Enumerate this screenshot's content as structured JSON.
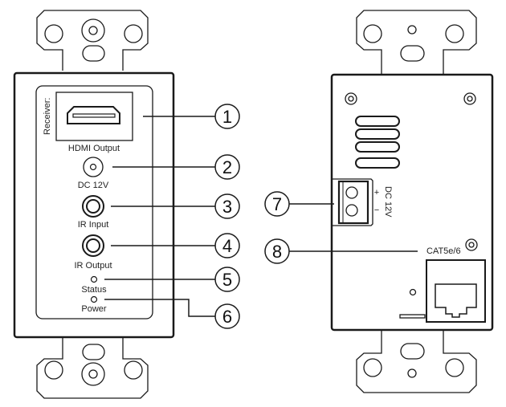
{
  "front_panel": {
    "title": "Receiver:",
    "ports": [
      {
        "id": 1,
        "label": "HDMI Output",
        "icon": "hdmi-port-icon"
      },
      {
        "id": 2,
        "label": "DC 12V",
        "icon": "dc-jack-icon"
      },
      {
        "id": 3,
        "label": "IR Input",
        "icon": "audio-jack-icon"
      },
      {
        "id": 4,
        "label": "IR Output",
        "icon": "audio-jack-icon"
      },
      {
        "id": 5,
        "label": "Status",
        "icon": "led-icon"
      },
      {
        "id": 6,
        "label": "Power",
        "icon": "led-icon"
      }
    ]
  },
  "back_panel": {
    "terminal_label": "DC 12V",
    "terminal_plus": "+",
    "terminal_minus": "−",
    "ethernet_label": "CAT5e/6",
    "ports": [
      {
        "id": 7,
        "label": "DC 12V terminal block",
        "icon": "terminal-block-icon"
      },
      {
        "id": 8,
        "label": "CAT5e/6",
        "icon": "rj45-port-icon"
      }
    ]
  },
  "callouts": [
    "1",
    "2",
    "3",
    "4",
    "5",
    "6",
    "7",
    "8"
  ]
}
